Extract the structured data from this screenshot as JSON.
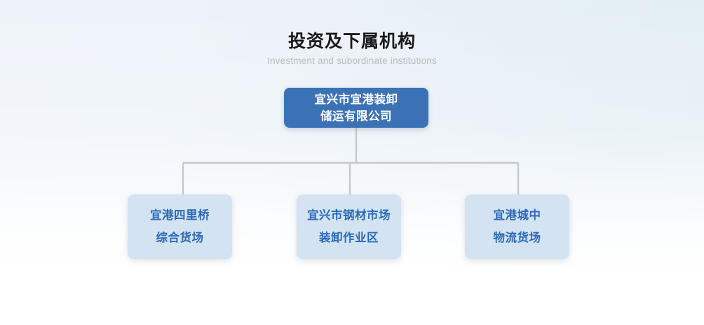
{
  "heading": {
    "title": "投资及下属机构",
    "subtitle": "Investment and subordinate institutions"
  },
  "colors": {
    "root_fill": "#3b72b6",
    "root_text": "#ffffff",
    "child_fill": "#d4e3f2",
    "child_text": "#2a6ab6",
    "connector": "#c8c8c8",
    "title_text": "#1a1a1a",
    "subtitle_text": "#b9bcc0",
    "background_top_left": "#eef3f9",
    "background_top_right": "#e2edf4",
    "background_bottom": "#ffffff"
  },
  "chart_data": {
    "type": "diagram",
    "diagram_type": "org-chart",
    "title": "投资及下属机构",
    "subtitle": "Investment and subordinate institutions",
    "root": {
      "id": "root",
      "lines": [
        "宜兴市宜港装卸",
        "储运有限公司"
      ],
      "full_text": "宜兴市宜港装卸储运有限公司"
    },
    "children": [
      {
        "id": "child-0",
        "lines": [
          "宜港四里桥",
          "综合货场"
        ],
        "full_text": "宜港四里桥综合货场"
      },
      {
        "id": "child-1",
        "lines": [
          "宜兴市钢材市场",
          "装卸作业区"
        ],
        "full_text": "宜兴市钢材市场装卸作业区"
      },
      {
        "id": "child-2",
        "lines": [
          "宜港城中",
          "物流货场"
        ],
        "full_text": "宜港城中物流货场"
      }
    ],
    "edges": [
      {
        "from": "root",
        "to": "child-0"
      },
      {
        "from": "root",
        "to": "child-1"
      },
      {
        "from": "root",
        "to": "child-2"
      }
    ]
  }
}
